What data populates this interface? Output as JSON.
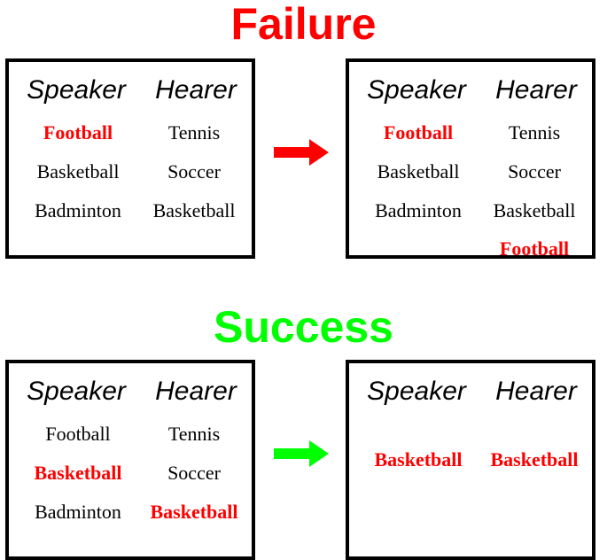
{
  "colors": {
    "failure": "#ff0000",
    "success": "#00ff00",
    "highlight": "#ff0000",
    "text": "#000000"
  },
  "failure": {
    "title": "Failure",
    "before": {
      "speaker_header": "Speaker",
      "hearer_header": "Hearer",
      "speaker_words": [
        "Football",
        "Basketball",
        "Badminton"
      ],
      "hearer_words": [
        "Tennis",
        "Soccer",
        "Basketball"
      ],
      "highlighted_speaker": [
        "Football"
      ],
      "highlighted_hearer": []
    },
    "after": {
      "speaker_header": "Speaker",
      "hearer_header": "Hearer",
      "speaker_words": [
        "Football",
        "Basketball",
        "Badminton"
      ],
      "hearer_words": [
        "Tennis",
        "Soccer",
        "Basketball",
        "Football"
      ],
      "highlighted_speaker": [
        "Football"
      ],
      "highlighted_hearer": [
        "Football"
      ]
    },
    "arrow_color": "#ff0000"
  },
  "success": {
    "title": "Success",
    "before": {
      "speaker_header": "Speaker",
      "hearer_header": "Hearer",
      "speaker_words": [
        "Football",
        "Basketball",
        "Badminton"
      ],
      "hearer_words": [
        "Tennis",
        "Soccer",
        "Basketball"
      ],
      "highlighted_speaker": [
        "Basketball"
      ],
      "highlighted_hearer": [
        "Basketball"
      ]
    },
    "after": {
      "speaker_header": "Speaker",
      "hearer_header": "Hearer",
      "speaker_words": [
        "Basketball"
      ],
      "hearer_words": [
        "Basketball"
      ],
      "highlighted_speaker": [
        "Basketball"
      ],
      "highlighted_hearer": [
        "Basketball"
      ]
    },
    "arrow_color": "#00ff00"
  }
}
